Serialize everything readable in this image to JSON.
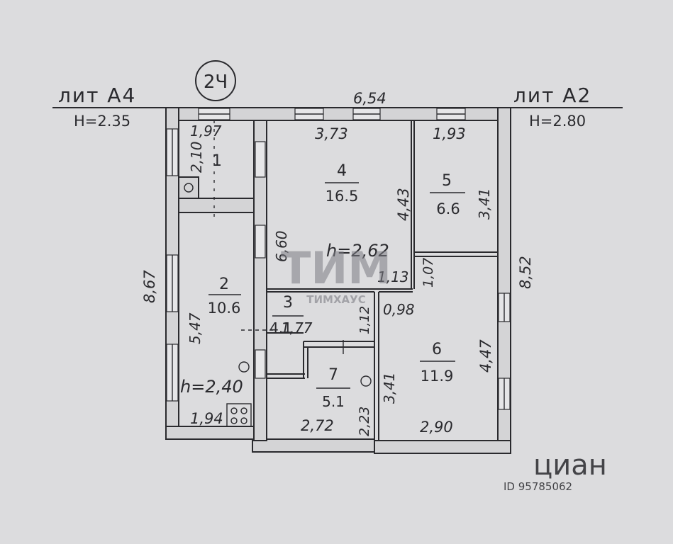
{
  "labels": {
    "lit_left": "лит А4",
    "h_left": "Н=2.35",
    "lit_right": "лит А2",
    "h_right": "Н=2.80",
    "floor_mark": "2Ч"
  },
  "rooms": [
    {
      "num": "1",
      "area": ""
    },
    {
      "num": "2",
      "area": "10.6"
    },
    {
      "num": "3",
      "area": "4.1"
    },
    {
      "num": "4",
      "area": "16.5"
    },
    {
      "num": "5",
      "area": "6.6"
    },
    {
      "num": "6",
      "area": "11.9"
    },
    {
      "num": "7",
      "area": "5.1"
    }
  ],
  "dimensions": {
    "top_total": "6,54",
    "d_197": "1,97",
    "d_373": "3,73",
    "d_193": "1,93",
    "d_210": "2,10",
    "d_443": "4,43",
    "d_341a": "3,41",
    "d_660": "6,60",
    "d_867": "8,67",
    "d_852": "8,52",
    "d_547": "5,47",
    "d_113": "1,13",
    "d_107": "1,07",
    "d_098": "0,98",
    "d_177": "1,77",
    "d_112": "1,12",
    "d_341b": "3,41",
    "d_447": "4,47",
    "d_223": "2,23",
    "d_194": "1,94",
    "d_272": "2,72",
    "d_290": "2,90"
  },
  "heights": {
    "h_262": "h=2,62",
    "h_240": "h=2,40"
  },
  "watermarks": {
    "timhaus_logo": "ТИМ",
    "timhaus": "ТИМХАУС",
    "cian": "циан",
    "cian_id": "ID 95785062"
  }
}
